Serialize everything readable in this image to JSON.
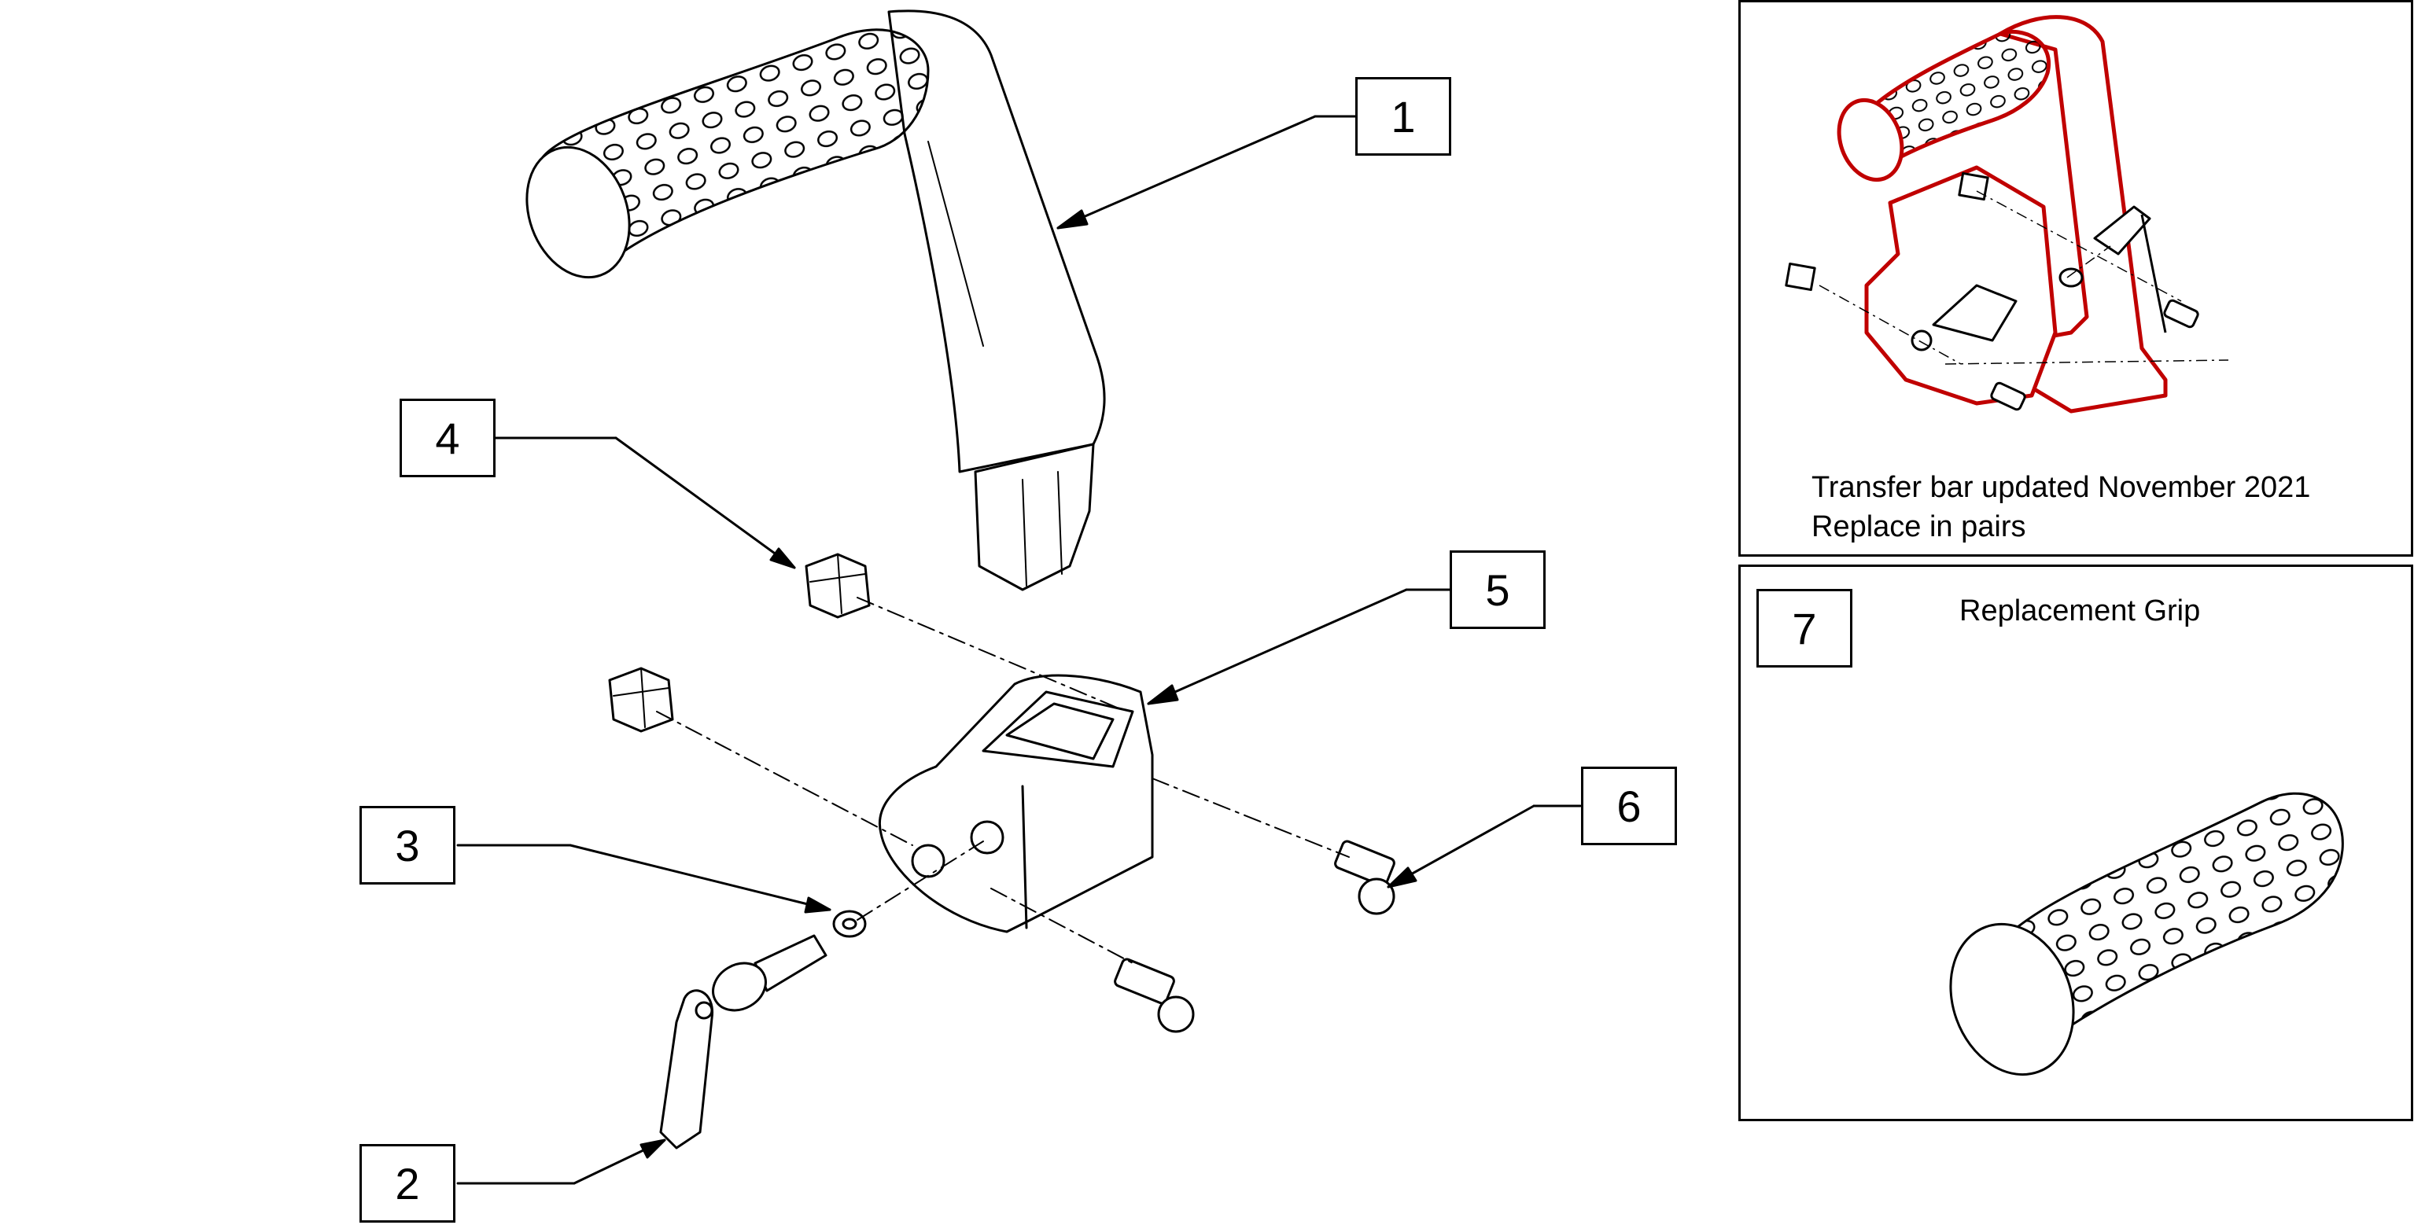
{
  "callouts": {
    "c1": "1",
    "c2": "2",
    "c3": "3",
    "c4": "4",
    "c5": "5",
    "c6": "6",
    "c7": "7"
  },
  "update_panel": {
    "line1": "Transfer bar updated November 2021",
    "line2": "Replace in pairs",
    "highlight_color": "#c00000"
  },
  "grip_panel": {
    "title": "Replacement Grip"
  }
}
